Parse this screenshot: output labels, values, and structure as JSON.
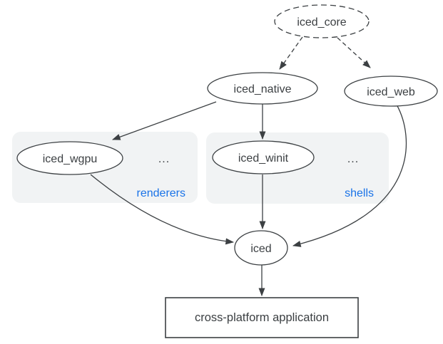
{
  "colors": {
    "background": "#ffffff",
    "stroke": "#3c4043",
    "text": "#3c4043",
    "node_fill": "#ffffff",
    "group_fill": "#f1f3f4",
    "group_label": "#1a73e8"
  },
  "nodes": {
    "iced_core": {
      "label": "iced_core"
    },
    "iced_native": {
      "label": "iced_native"
    },
    "iced_web": {
      "label": "iced_web"
    },
    "iced_wgpu": {
      "label": "iced_wgpu"
    },
    "iced_winit": {
      "label": "iced_winit"
    },
    "iced": {
      "label": "iced"
    },
    "app": {
      "label": "cross-platform application"
    }
  },
  "groups": {
    "renderers": {
      "label": "renderers",
      "ellipsis": "..."
    },
    "shells": {
      "label": "shells",
      "ellipsis": "..."
    }
  },
  "edges": [
    {
      "from": "iced_core",
      "to": "iced_native",
      "style": "dashed"
    },
    {
      "from": "iced_core",
      "to": "iced_web",
      "style": "dashed"
    },
    {
      "from": "iced_native",
      "to": "iced_wgpu",
      "style": "solid"
    },
    {
      "from": "iced_native",
      "to": "iced_winit",
      "style": "solid"
    },
    {
      "from": "iced_wgpu",
      "to": "iced",
      "style": "solid"
    },
    {
      "from": "iced_winit",
      "to": "iced",
      "style": "solid"
    },
    {
      "from": "iced_web",
      "to": "iced",
      "style": "solid"
    },
    {
      "from": "iced",
      "to": "app",
      "style": "solid"
    }
  ]
}
